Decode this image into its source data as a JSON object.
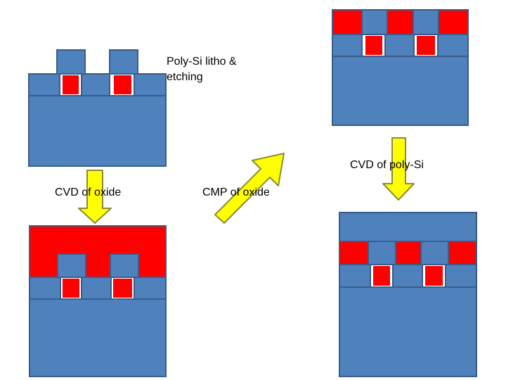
{
  "labels": {
    "poly_si_litho_line1": "Poly-Si litho &",
    "poly_si_litho_line2": "etching",
    "cvd_poly_si": "CVD of poly-Si",
    "cvd_oxide": "CVD of oxide",
    "cmp_oxide": "CMP of oxide"
  },
  "colors": {
    "blue": "#4f81bd",
    "blue_stroke": "#385d8a",
    "red": "#ff0000",
    "arrow_fill": "#ffff00",
    "arrow_stroke": "#8a8a3a",
    "text": "#000000"
  }
}
